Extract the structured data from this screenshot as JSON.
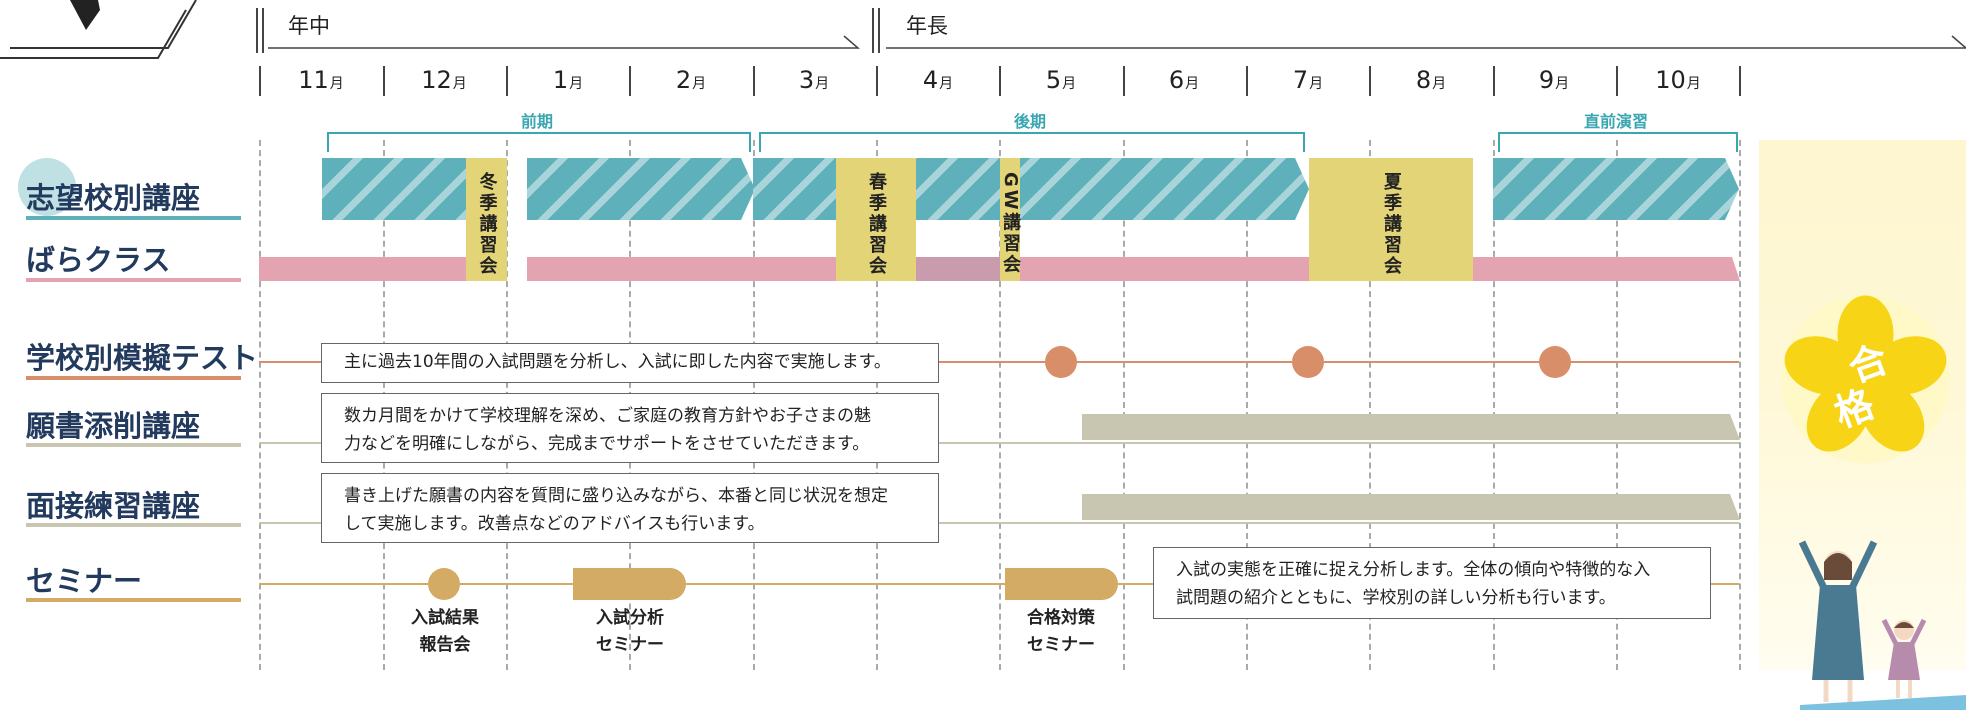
{
  "header": {
    "grade_left": "年中",
    "grade_right": "年長"
  },
  "months": [
    "11",
    "12",
    "1",
    "2",
    "3",
    "4",
    "5",
    "6",
    "7",
    "8",
    "9",
    "10"
  ],
  "month_suffix": "月",
  "periods": {
    "first": "前期",
    "second": "後期",
    "final": "直前演習"
  },
  "rows": {
    "shibo": "志望校別講座",
    "bara": "ばらクラス",
    "moshi": "学校別模擬テスト",
    "gansho": "願書添削講座",
    "mensetsu": "面接練習講座",
    "seminar": "セミナー"
  },
  "seasonal": {
    "winter": "冬季講習会",
    "spring": "春季講習会",
    "gw": "GW講習会",
    "summer": "夏季講習会"
  },
  "descriptions": {
    "moshi": "主に過去10年間の入試問題を分析し、入試に即した内容で実施します。",
    "gansho_1": "数カ月間をかけて学校理解を深め、ご家庭の教育方針やお子さまの魅",
    "gansho_2": "力などを明確にしながら、完成までサポートをさせていただきます。",
    "mensetsu_1": "書き上げた願書の内容を質問に盛り込みながら、本番と同じ状況を想定",
    "mensetsu_2": "して実施します。改善点などのアドバイスも行います。",
    "seminar_1": "入試の実態を正確に捉え分析します。全体の傾向や特徴的な入",
    "seminar_2": "試問題の紹介とともに、学校別の詳しい分析も行います。"
  },
  "seminars": {
    "result_1": "入試結果",
    "result_2": "報告会",
    "analysis_1": "入試分析",
    "analysis_2": "セミナー",
    "pass_1": "合格対策",
    "pass_2": "セミナー"
  },
  "goal": {
    "char1": "合",
    "char2": "格"
  },
  "colors": {
    "teal": "#5eb1ba",
    "pink": "#e3a3b0",
    "yellow": "#e3d477",
    "orange": "#d88e68",
    "gray": "#c8c6b1",
    "gold": "#d3ab65",
    "navy": "#223a5e"
  }
}
